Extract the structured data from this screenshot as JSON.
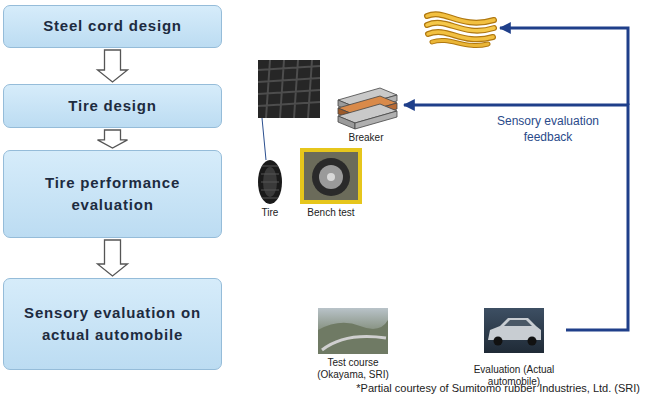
{
  "diagram": {
    "nodes": [
      {
        "text": [
          "Steel cord design"
        ]
      },
      {
        "text": [
          "Tire design"
        ]
      },
      {
        "text": [
          "Tire performance evaluation"
        ]
      },
      {
        "text": [
          "Sensory evaluation on actual automobile"
        ]
      },
      {
        "text": [
          "Breaker"
        ]
      },
      {
        "text": [
          "Evaluation (Actual automobile)"
        ]
      }
    ],
    "edges": [
      {
        "from": 0,
        "to": 1,
        "arrow": "to"
      },
      {
        "from": 1,
        "to": 2,
        "arrow": "to"
      },
      {
        "from": 2,
        "to": 3,
        "arrow": "to"
      },
      {
        "from": 5,
        "to": 4,
        "arrow": "to",
        "label": "Sensory evaluation feedback"
      }
    ],
    "labels": [
      "Tire",
      "Bench test",
      "Test course (Okayama, SRI)",
      "*Partial courtesy of Sumitomo rubber Industries, Ltd. (SRI)"
    ]
  }
}
